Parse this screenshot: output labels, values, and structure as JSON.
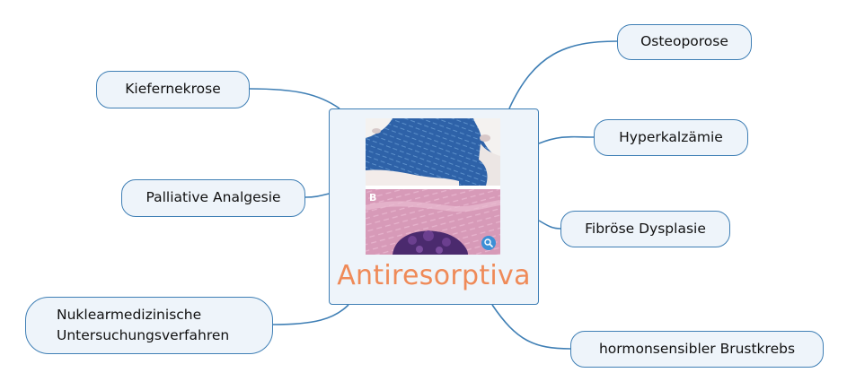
{
  "central": {
    "title": "Antiresorptiva",
    "image": {
      "panel_letter": "B",
      "zoom_icon": "magnifier-icon",
      "colors": {
        "upper_stain": "#2e62a8",
        "lower_stain": "#d79ab8",
        "nuclei": "#4b2a6e"
      }
    }
  },
  "topics": {
    "kiefernekrose": "Kiefernekrose",
    "palliative": "Palliative Analgesie",
    "nuklear": "Nuklearmedizinische\nUntersuchungsverfahren",
    "osteoporose": "Osteoporose",
    "hyperkalzaemie": "Hyperkalzämie",
    "fibroese": "Fibröse Dysplasie",
    "brustkrebs": "hormonsensibler Brustkrebs"
  },
  "colors": {
    "line": "#3f7fb5",
    "node_fill": "#eef4fa",
    "title": "#ef8a58"
  }
}
